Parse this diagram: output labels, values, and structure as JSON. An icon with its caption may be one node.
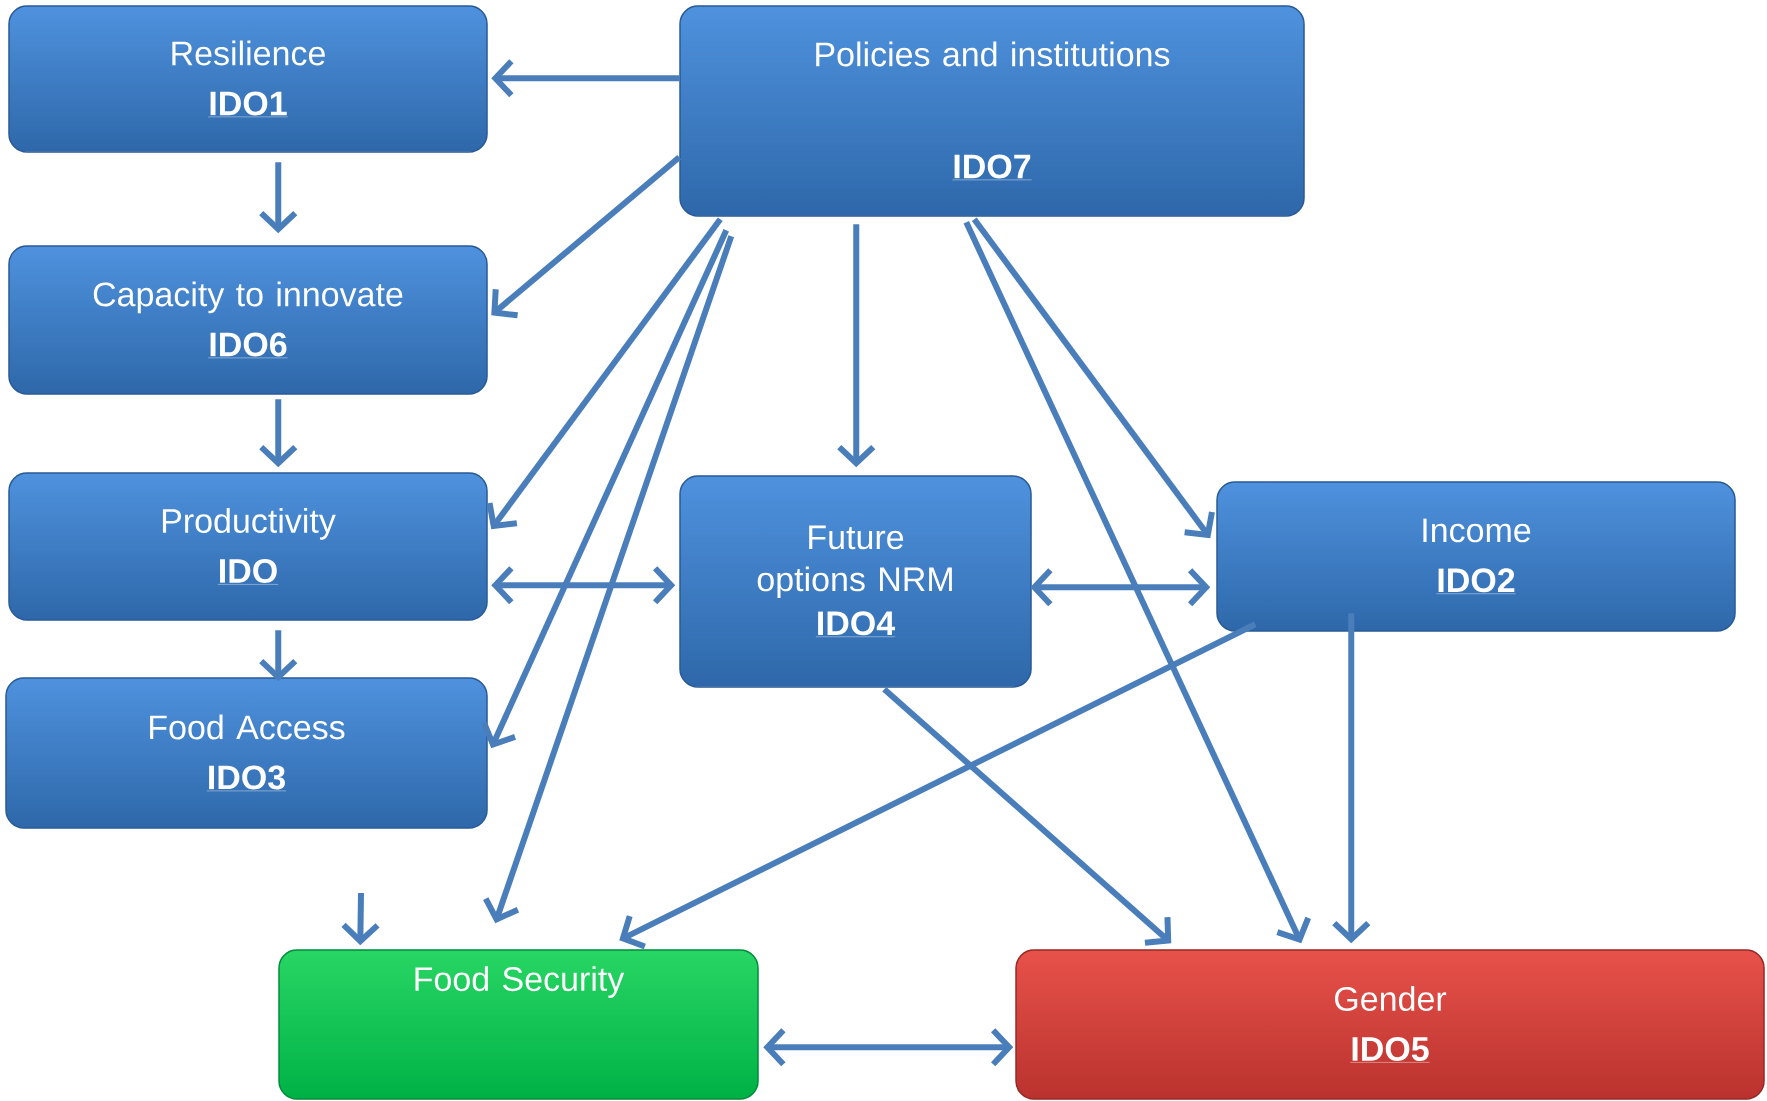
{
  "diagram": {
    "nodes": [
      {
        "text": [
          "Resilience",
          "IDO1"
        ]
      },
      {
        "text": [
          "Policies and institutions",
          "IDO7"
        ]
      },
      {
        "text": [
          "Capacity to innovate",
          "IDO6"
        ]
      },
      {
        "text": [
          "Productivity",
          "IDO"
        ]
      },
      {
        "text": [
          "Future options NRM",
          "IDO4"
        ]
      },
      {
        "text": [
          "Income",
          "IDO2"
        ]
      },
      {
        "text": [
          "Food Access",
          "IDO3"
        ]
      },
      {
        "text": [
          "Food Security"
        ]
      },
      {
        "text": [
          "Gender",
          "IDO5"
        ]
      }
    ],
    "edges": [
      {
        "from": 1,
        "to": 0,
        "arrow": "to"
      },
      {
        "from": 0,
        "to": 2,
        "arrow": "to"
      },
      {
        "from": 1,
        "to": 2,
        "arrow": "to"
      },
      {
        "from": 2,
        "to": 3,
        "arrow": "to"
      },
      {
        "from": 1,
        "to": 3,
        "arrow": "to"
      },
      {
        "from": 3,
        "to": 4,
        "arrow": "both"
      },
      {
        "from": 3,
        "to": 6,
        "arrow": "to"
      },
      {
        "from": 1,
        "to": 6,
        "arrow": "to"
      },
      {
        "from": 1,
        "to": 7,
        "arrow": "to"
      },
      {
        "from": 1,
        "to": 4,
        "arrow": "to"
      },
      {
        "from": 1,
        "to": 5,
        "arrow": "to"
      },
      {
        "from": 1,
        "to": 8,
        "arrow": "to"
      },
      {
        "from": 4,
        "to": 5,
        "arrow": "both"
      },
      {
        "from": 5,
        "to": 7,
        "arrow": "to"
      },
      {
        "from": 5,
        "to": 8,
        "arrow": "to"
      },
      {
        "from": 4,
        "to": 8,
        "arrow": "to"
      },
      {
        "from": 7,
        "to": 8,
        "arrow": "both"
      },
      {
        "from": null,
        "to": 7,
        "arrow": "to"
      }
    ]
  }
}
